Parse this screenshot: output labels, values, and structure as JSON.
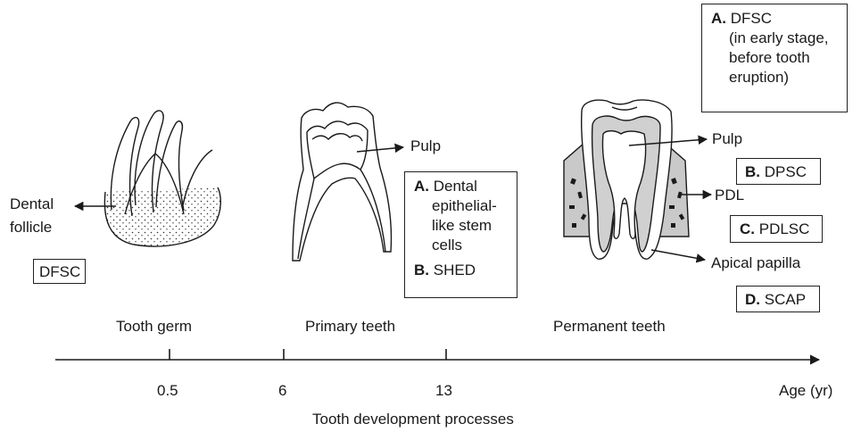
{
  "stages": {
    "tooth_germ": "Tooth germ",
    "primary_teeth": "Primary teeth",
    "permanent_teeth": "Permanent teeth"
  },
  "axis": {
    "ticks": [
      "0.5",
      "6",
      "13"
    ],
    "end_label": "Age (yr)",
    "caption": "Tooth development processes"
  },
  "tooth_germ": {
    "follicle_label_line1": "Dental",
    "follicle_label_line2": "follicle",
    "cell_box": "DFSC"
  },
  "primary": {
    "pulp_label": "Pulp",
    "box": {
      "a_letter": "A.",
      "a_lines": [
        "Dental",
        "epithelial-",
        "like stem",
        "cells"
      ],
      "b_letter": "B.",
      "b_text": "SHED"
    }
  },
  "permanent": {
    "top_box": {
      "letter": "A.",
      "lines": [
        "DFSC",
        "(in early stage,",
        "before tooth",
        "eruption)"
      ]
    },
    "pulp_label": "Pulp",
    "pulp_box": {
      "letter": "B.",
      "text": "DPSC"
    },
    "pdl_label": "PDL",
    "pdl_box": {
      "letter": "C.",
      "text": "PDLSC"
    },
    "apical_label": "Apical papilla",
    "apical_box": {
      "letter": "D.",
      "text": "SCAP"
    }
  }
}
